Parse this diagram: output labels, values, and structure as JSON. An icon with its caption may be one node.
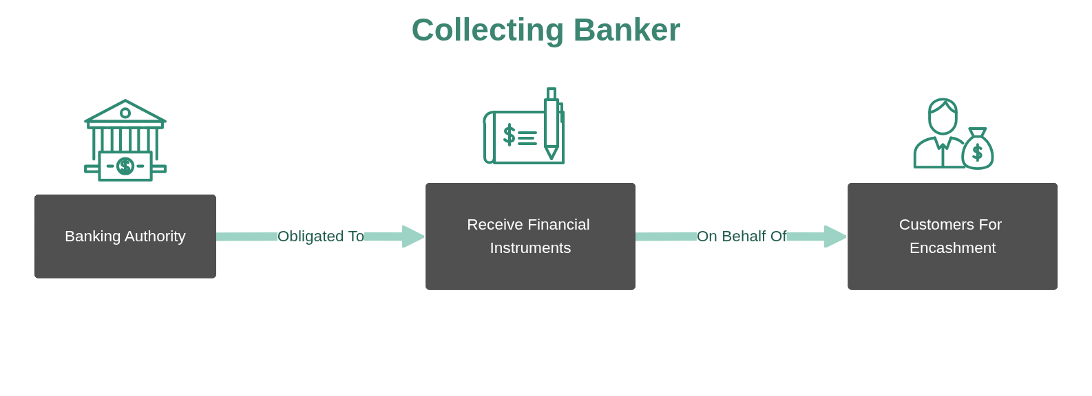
{
  "diagram": {
    "title": "Collecting Banker",
    "nodes": [
      {
        "text": [
          "Banking Authority"
        ]
      },
      {
        "text": [
          "Receive Financial Instruments"
        ]
      },
      {
        "text": [
          "Customers For Encashment"
        ]
      }
    ],
    "edges": [
      {
        "from": 0,
        "to": 1,
        "arrow": "to",
        "label": "Obligated To"
      },
      {
        "from": 1,
        "to": 2,
        "arrow": "to",
        "label": "On Behalf Of"
      }
    ]
  }
}
